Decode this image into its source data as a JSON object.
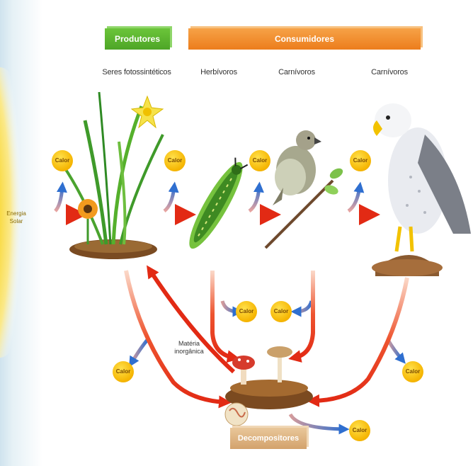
{
  "headers": {
    "producers": "Produtores",
    "consumers": "Consumidores",
    "decomposers": "Decompositores"
  },
  "subheaders": {
    "producers": "Seres fotossintéticos",
    "herbivores": "Herbívoros",
    "carnivores1": "Carnívoros",
    "carnivores2": "Carnívoros"
  },
  "sun_label": "Energia Solar",
  "matter_label": "Matéria inorgânica",
  "heat_label": "Calor",
  "colors": {
    "producers": "#55b02c",
    "consumers": "#ee8624",
    "decomposers": "#d9a870",
    "energy_arrow": "#e8321e",
    "heat_arrow": "#3a7fd6",
    "heat_badge": "#f5b400",
    "sun": "#f6c800"
  },
  "icons": [
    "sun-icon",
    "flower-plant-icon",
    "caterpillar-icon",
    "small-bird-icon",
    "eagle-icon",
    "mushroom-icon"
  ]
}
